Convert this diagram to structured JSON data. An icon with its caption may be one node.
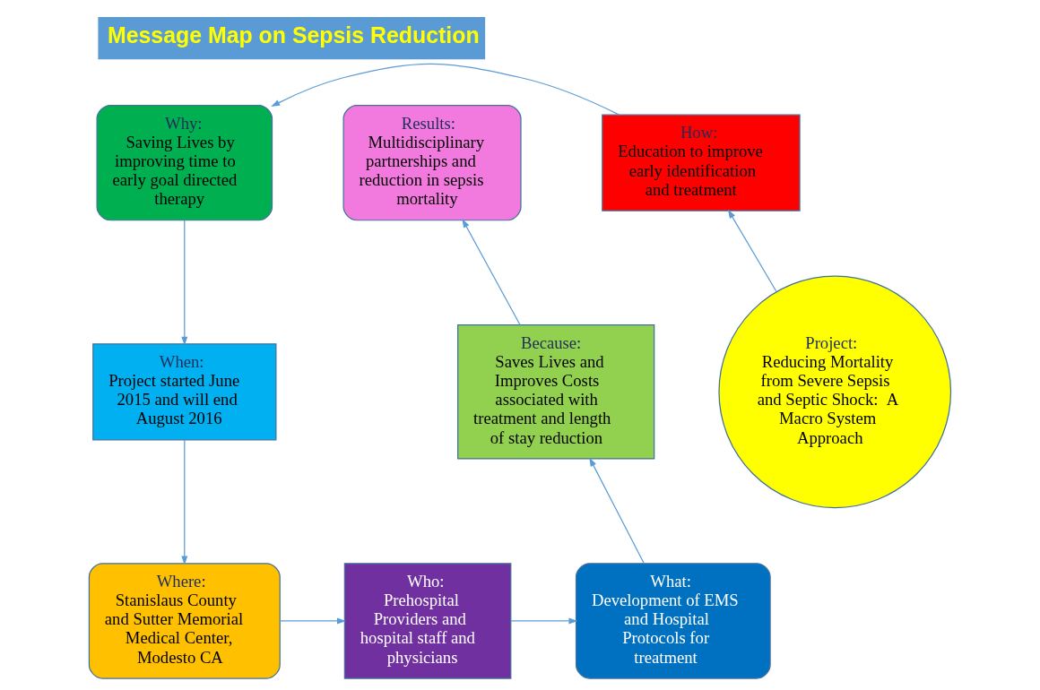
{
  "diagram": {
    "title": "Message Map on Sepsis Reduction",
    "nodes": [
      {
        "text": [
          "Why:",
          "Saving Lives by improving time to early goal directed therapy"
        ]
      },
      {
        "text": [
          "How:",
          "Education to improve early identification and treatment"
        ]
      },
      {
        "text": [
          "Results:",
          "Multidisciplinary partnerships and reduction in sepsis mortality"
        ]
      },
      {
        "text": [
          "When:",
          "Project started June 2015 and will end August 2016"
        ]
      },
      {
        "text": [
          "Project:",
          "Reducing Mortality from Severe Sepsis and Septic Shock:  A Macro System Approach"
        ]
      },
      {
        "text": [
          "Because:",
          "Saves Lives and Improves Costs associated with treatment and length of stay reduction"
        ]
      },
      {
        "text": [
          "Where:",
          "Stanislaus County and Sutter Memorial Medical Center, Modesto CA"
        ]
      },
      {
        "text": [
          "Who:",
          "Prehospital Providers and hospital staff and physicians"
        ]
      },
      {
        "text": [
          "What:",
          "Development of EMS and Hospital Protocols for treatment"
        ]
      }
    ],
    "edges": [
      {
        "from": 4,
        "to": 1,
        "arrow": "to"
      },
      {
        "from": 1,
        "to": 0,
        "arrow": "to"
      },
      {
        "from": 0,
        "to": 3,
        "arrow": "to"
      },
      {
        "from": 3,
        "to": 6,
        "arrow": "to"
      },
      {
        "from": 6,
        "to": 7,
        "arrow": "to"
      },
      {
        "from": 7,
        "to": 8,
        "arrow": "to"
      },
      {
        "from": 8,
        "to": 5,
        "arrow": "to"
      },
      {
        "from": 5,
        "to": 2,
        "arrow": "to"
      }
    ]
  }
}
